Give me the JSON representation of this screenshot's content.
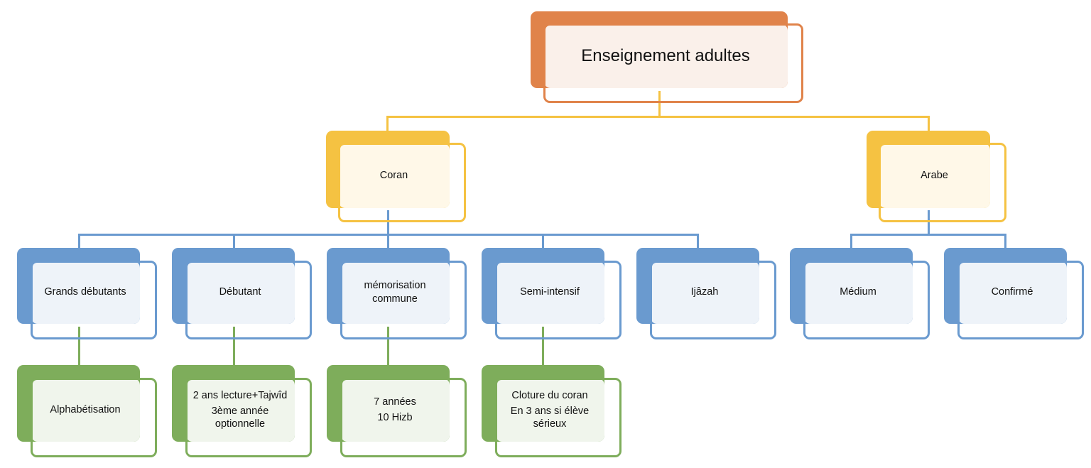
{
  "colors": {
    "orange": "#E0834A",
    "orange_tint": "#FAF0EA",
    "yellow": "#F5C242",
    "yellow_tint": "#FFF8E8",
    "blue": "#6A9ACF",
    "blue_tint": "#EEF3F9",
    "green": "#7EAD5B",
    "green_tint": "#F0F5EC"
  },
  "root": {
    "label": [
      "Enseignement  adultes"
    ],
    "children": [
      {
        "label": [
          "Coran"
        ],
        "children": [
          {
            "label": [
              "Grands débutants"
            ],
            "details": [
              "Alphabétisation"
            ]
          },
          {
            "label": [
              "Débutant"
            ],
            "details": [
              "2 ans lecture+Tajwîd",
              "3ème année optionnelle"
            ]
          },
          {
            "label": [
              "mémorisation commune"
            ],
            "details": [
              "7 années",
              "10 Hizb"
            ]
          },
          {
            "label": [
              "Semi-intensif"
            ],
            "details": [
              "Cloture du coran",
              "En 3 ans si élève sérieux"
            ]
          },
          {
            "label": [
              "Ijâzah"
            ],
            "details": []
          }
        ]
      },
      {
        "label": [
          "Arabe"
        ],
        "children": [
          {
            "label": [
              "Médium"
            ],
            "details": []
          },
          {
            "label": [
              "Confirmé"
            ],
            "details": []
          }
        ]
      }
    ]
  }
}
